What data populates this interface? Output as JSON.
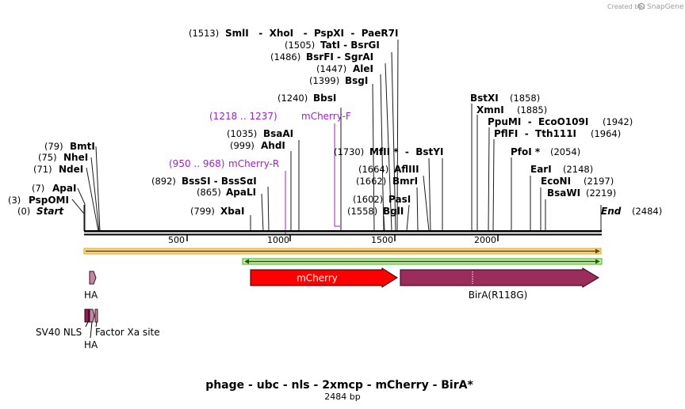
{
  "watermark": "Created by",
  "brand": "SnapGene",
  "title": "phage - ubc - nls - 2xmcp - mCherry - BirA*",
  "length_label": "2484 bp",
  "ruler": {
    "ticks": [
      "500",
      "1000",
      "1500",
      "2000"
    ]
  },
  "ends": {
    "start": {
      "pos": "(0)",
      "name": "Start"
    },
    "end": {
      "name": "End",
      "pos": "(2484)"
    }
  },
  "sites_left": [
    {
      "pos": "(3)",
      "name": "PspOMI"
    },
    {
      "pos": "(7)",
      "name": "ApaI"
    },
    {
      "pos": "(71)",
      "name": "NdeI"
    },
    {
      "pos": "(75)",
      "name": "NheI"
    },
    {
      "pos": "(79)",
      "name": "BmtI"
    }
  ],
  "sites_mid": [
    {
      "pos": "(799)",
      "name": "XbaI"
    },
    {
      "pos": "(865)",
      "name": "ApaLI"
    },
    {
      "pos": "(892)",
      "name": "BssSI  -  BssSαI"
    },
    {
      "pos": "(999)",
      "name": "AhdI"
    },
    {
      "pos": "(1035)",
      "name": "BsaAI"
    },
    {
      "pos": "(1240)",
      "name": "BbsI"
    },
    {
      "pos": "(1399)",
      "name": "BsgI"
    },
    {
      "pos": "(1447)",
      "name": "AleI"
    },
    {
      "pos": "(1486)",
      "name": "BsrFI  -  SgrAI"
    },
    {
      "pos": "(1505)",
      "name": "TatI  -  BsrGI"
    },
    {
      "pos": "(1513)",
      "name": "SmlI   -  XhoI   -  PspXI  -  PaeR7I"
    }
  ],
  "sites_center": [
    {
      "pos": "(1558)",
      "name": "BglI"
    },
    {
      "pos": "(1602)",
      "name": "PasI"
    },
    {
      "pos": "(1662)",
      "name": "BmrI"
    },
    {
      "pos": "(1664)",
      "name": "AflIII"
    },
    {
      "pos": "(1730)",
      "name": "MfII *  -  BstYI"
    }
  ],
  "sites_right": [
    {
      "name": "BstXI",
      "pos": "(1858)"
    },
    {
      "name": "XmnI",
      "pos": "(1885)"
    },
    {
      "name": "PpuMI  -  EcoO109I",
      "pos": "(1942)"
    },
    {
      "name": "PflFI  -  Tth111I",
      "pos": "(1964)"
    },
    {
      "name": "PfoI *",
      "pos": "(2054)"
    },
    {
      "name": "EarI",
      "pos": "(2148)"
    },
    {
      "name": "EcoNI",
      "pos": "(2197)"
    },
    {
      "name": "BsaWI",
      "pos": "(2219)"
    }
  ],
  "primers": [
    {
      "range": "(1218 .. 1237)",
      "name": "mCherry-F"
    },
    {
      "range": "(950 .. 968)",
      "name": "mCherry-R"
    }
  ],
  "features": {
    "mcherry": "mCherry",
    "bira": "BirA(R118G)",
    "ha_top": "HA",
    "sv40": "SV40 NLS",
    "factor_xa": "Factor Xa site",
    "ha_bottom": "HA"
  },
  "colors": {
    "primer": "#a020c8",
    "mcherry": "#ff0000",
    "bira": "#9b2d5c",
    "ha": "#c08aa4",
    "sv40": "#8b2050",
    "ori_band": "#e8a400",
    "green_band": "#39b000"
  }
}
